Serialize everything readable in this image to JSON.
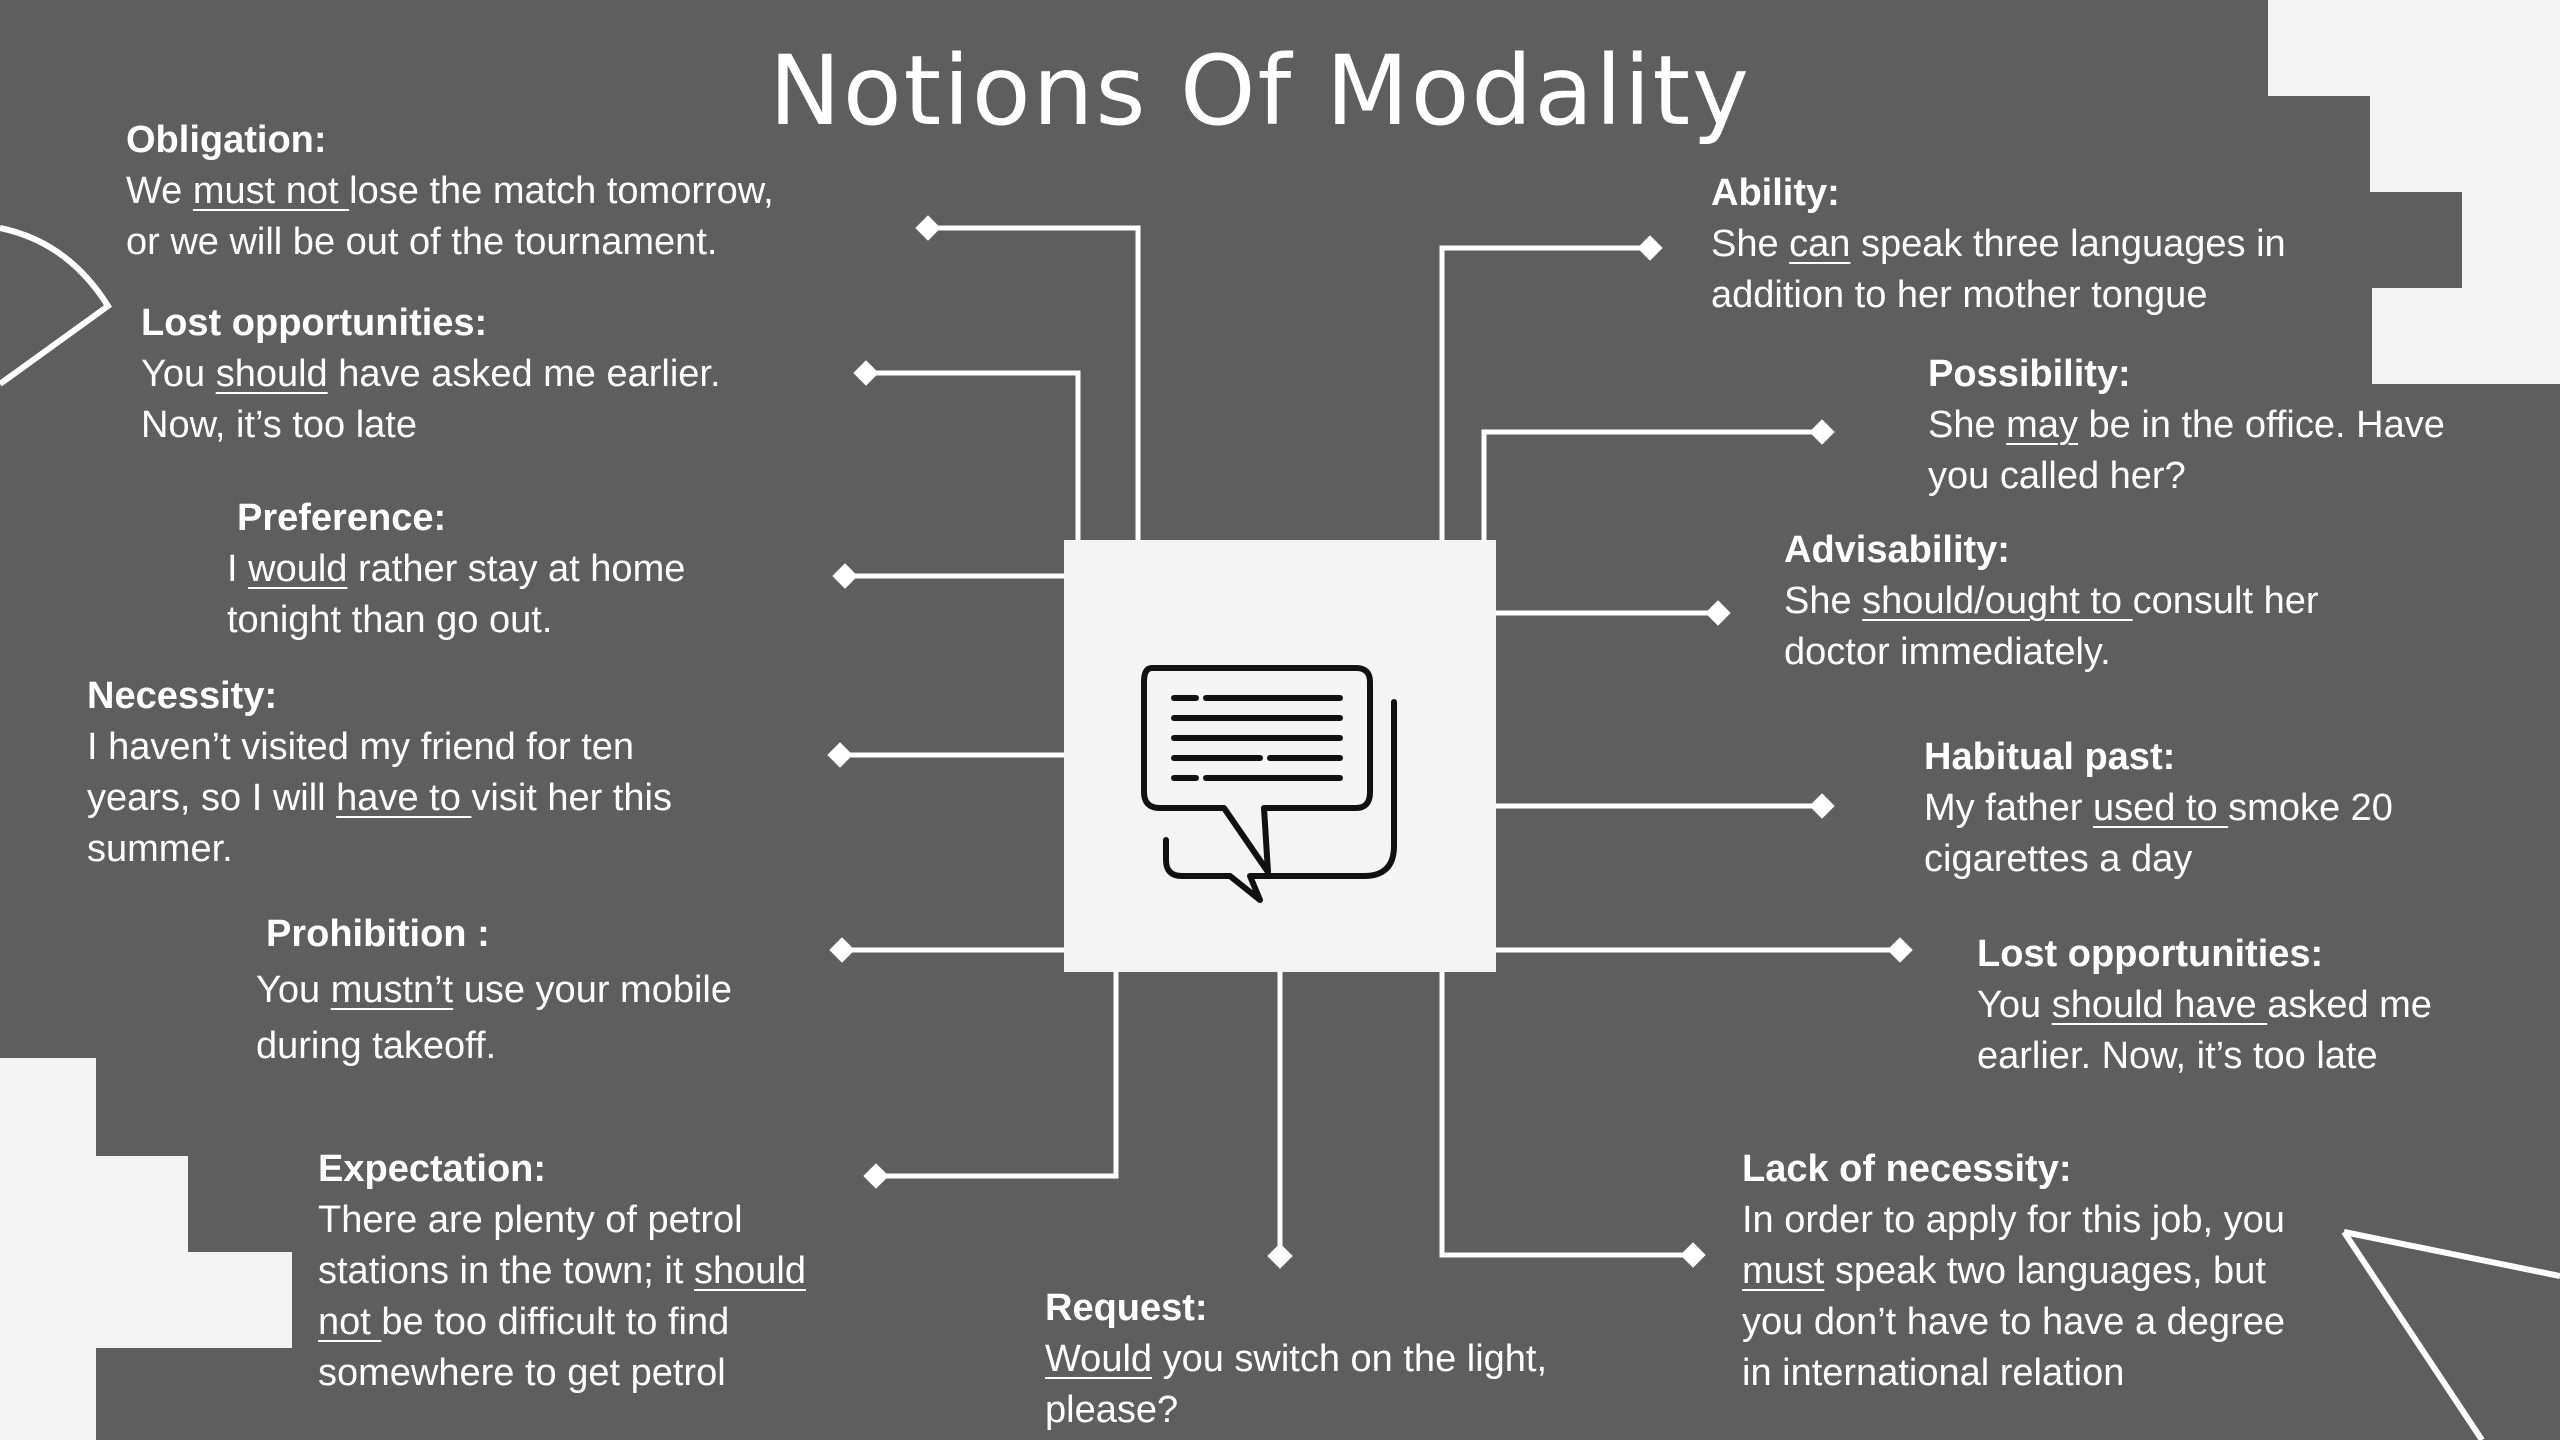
{
  "title": "Notions Of Modality",
  "notes": {
    "obligation": {
      "head": "Obligation:",
      "l1a": "We ",
      "l1u": "must not ",
      "l1b": "lose the match tomorrow,",
      "l2": "or we will be out of the tournament."
    },
    "lost_left": {
      "head": "Lost opportunities:",
      "l1a": "You ",
      "l1u": "should",
      "l1b": " have asked me earlier.",
      "l2": "Now, it’s too late"
    },
    "preference": {
      "head": "Preference:",
      "l1a": "I ",
      "l1u": "would",
      "l1b": " rather stay at home",
      "l2": "tonight than go out."
    },
    "necessity": {
      "head": "Necessity:",
      "l1": "I haven’t visited my friend for ten",
      "l2a": "years, so I will ",
      "l2u": "have to ",
      "l2b": "visit her this",
      "l3": "summer."
    },
    "prohibition": {
      "head": "Prohibition :",
      "l1a": "You ",
      "l1u": "mustn’t",
      "l1b": " use your mobile",
      "l2": "during takeoff."
    },
    "expectation": {
      "head": "Expectation:",
      "l1": "There are plenty of petrol",
      "l2a": "stations in the town; it ",
      "l2u": "should",
      "l3u": "not ",
      "l3b": "be too difficult to find",
      "l4": "somewhere to get petrol"
    },
    "request": {
      "head": "Request:",
      "l1u": "Would",
      "l1b": " you switch on the light,",
      "l2": "please?"
    },
    "ability": {
      "head": "Ability:",
      "l1a": "She ",
      "l1u": "can",
      "l1b": " speak three languages in",
      "l2": "addition to her mother tongue"
    },
    "possibility": {
      "head": "Possibility:",
      "l1a": "She ",
      "l1u": "may",
      "l1b": " be in the office. Have",
      "l2": "you called her?"
    },
    "advisability": {
      "head": "Advisability:",
      "l1a": "She ",
      "l1u": "should/ought to ",
      "l1b": "consult her",
      "l2": "doctor immediately."
    },
    "habitual_past": {
      "head": "Habitual past:",
      "l1a": "My father ",
      "l1u": "used to ",
      "l1b": "smoke 20",
      "l2": "cigarettes a day"
    },
    "lost_right": {
      "head": "Lost opportunities:",
      "l1a": "You ",
      "l1u": "should have ",
      "l1b": "asked me",
      "l2": "earlier. Now, it’s too late"
    },
    "lack_necessity": {
      "head": "Lack of necessity:",
      "l1": "In order to apply for this job, you",
      "l2u": "must",
      "l2b": " speak two languages, but",
      "l3": "you don’t have to have a degree",
      "l4": "in international relation"
    }
  },
  "center_icon": "chat-bubbles-icon",
  "colors": {
    "background": "#5e5e5e",
    "panel": "#f4f4f4",
    "text": "#ffffff",
    "icon": "#111111"
  }
}
